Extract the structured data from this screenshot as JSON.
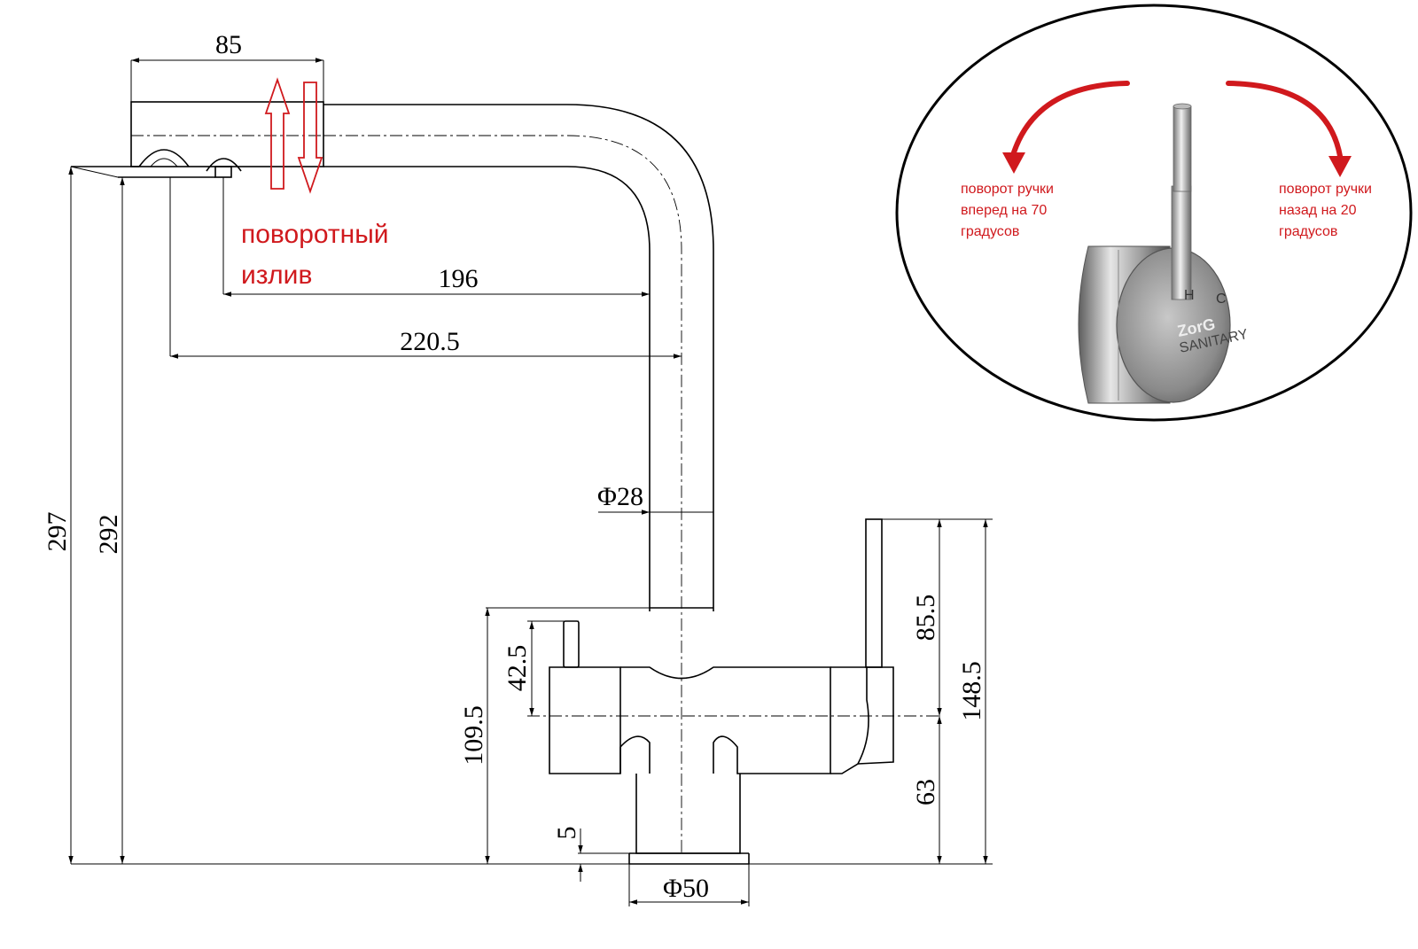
{
  "colors": {
    "line": "#000000",
    "accent_red": "#d0191d",
    "metal_light": "#d9d9d9",
    "metal_dark": "#6e6e6e"
  },
  "dimensions": {
    "spout_width": "85",
    "reach_196": "196",
    "reach_220": "220.5",
    "total_height": "297",
    "height_292": "292",
    "pipe_diameter": "Φ28",
    "base_diameter": "Φ50",
    "lever_85": "85.5",
    "body_148": "148.5",
    "body_109": "109.5",
    "small_lever": "42.5",
    "axis_63": "63",
    "base_5": "5"
  },
  "swivel_label": {
    "line1": "поворотный",
    "line2": "излив"
  },
  "inset": {
    "left_note": [
      "поворот ручки",
      "вперед на 70",
      "градусов"
    ],
    "right_note": [
      "поворот ручки",
      "назад на 20",
      "градусов"
    ],
    "handle_marks": {
      "hot": "H",
      "cold": "C"
    },
    "brand": "ZorG",
    "brand_sub": "SANITARY"
  }
}
